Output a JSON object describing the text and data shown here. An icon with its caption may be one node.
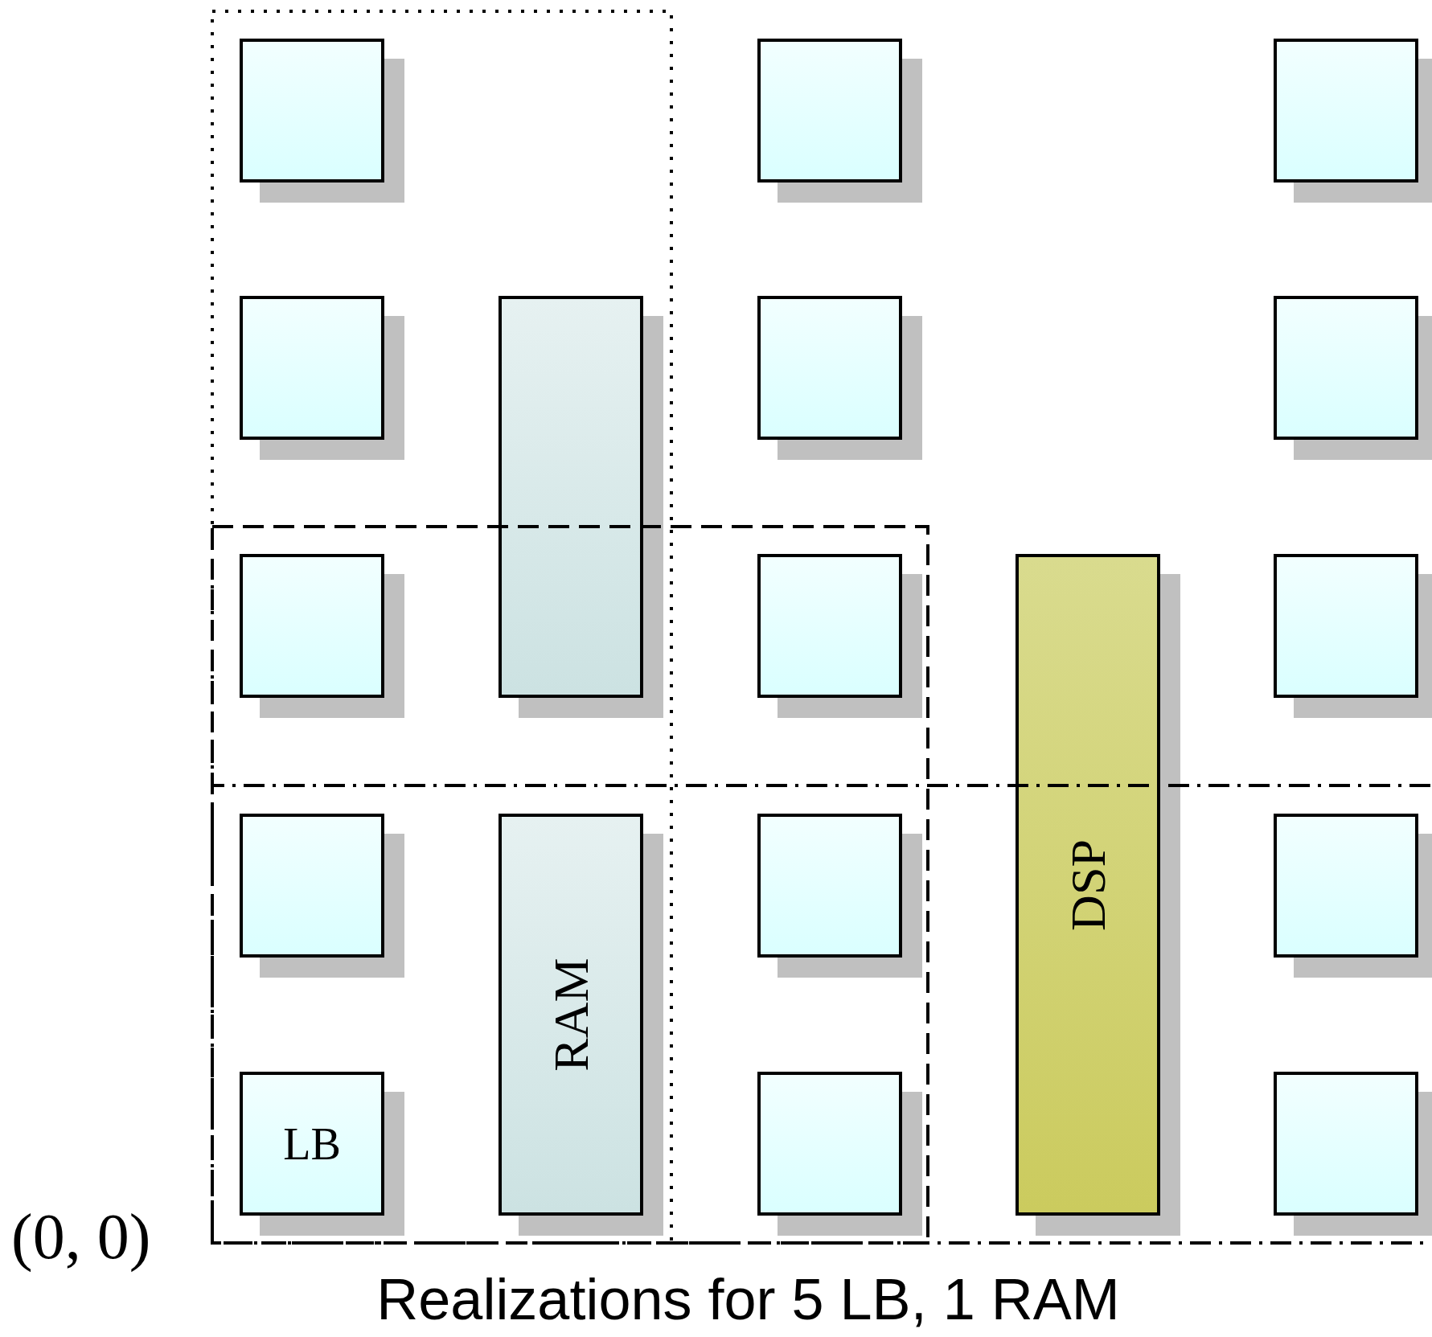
{
  "diagram": {
    "caption": "Realizations for 5 LB, 1 RAM",
    "nodes": [
      {
        "text": [],
        "shape": "box"
      },
      {
        "text": [],
        "shape": "box"
      },
      {
        "text": [],
        "shape": "box"
      },
      {
        "text": [],
        "shape": "box"
      },
      {
        "text": [],
        "shape": "box"
      },
      {
        "text": [],
        "shape": "box"
      },
      {
        "text": [],
        "shape": "box"
      },
      {
        "text": [],
        "shape": "box"
      },
      {
        "text": [],
        "shape": "box"
      },
      {
        "text": [
          "DSP"
        ]
      },
      {
        "text": [],
        "shape": "box"
      },
      {
        "text": [],
        "shape": "box"
      },
      {
        "text": [
          "RAM"
        ]
      },
      {
        "text": [],
        "shape": "box"
      },
      {
        "text": [],
        "shape": "box"
      },
      {
        "text": [
          "LB"
        ]
      },
      {
        "text": [],
        "shape": "box"
      },
      {
        "text": [],
        "shape": "box"
      }
    ],
    "edges": [],
    "labels": [
      "(0, 0)"
    ]
  }
}
